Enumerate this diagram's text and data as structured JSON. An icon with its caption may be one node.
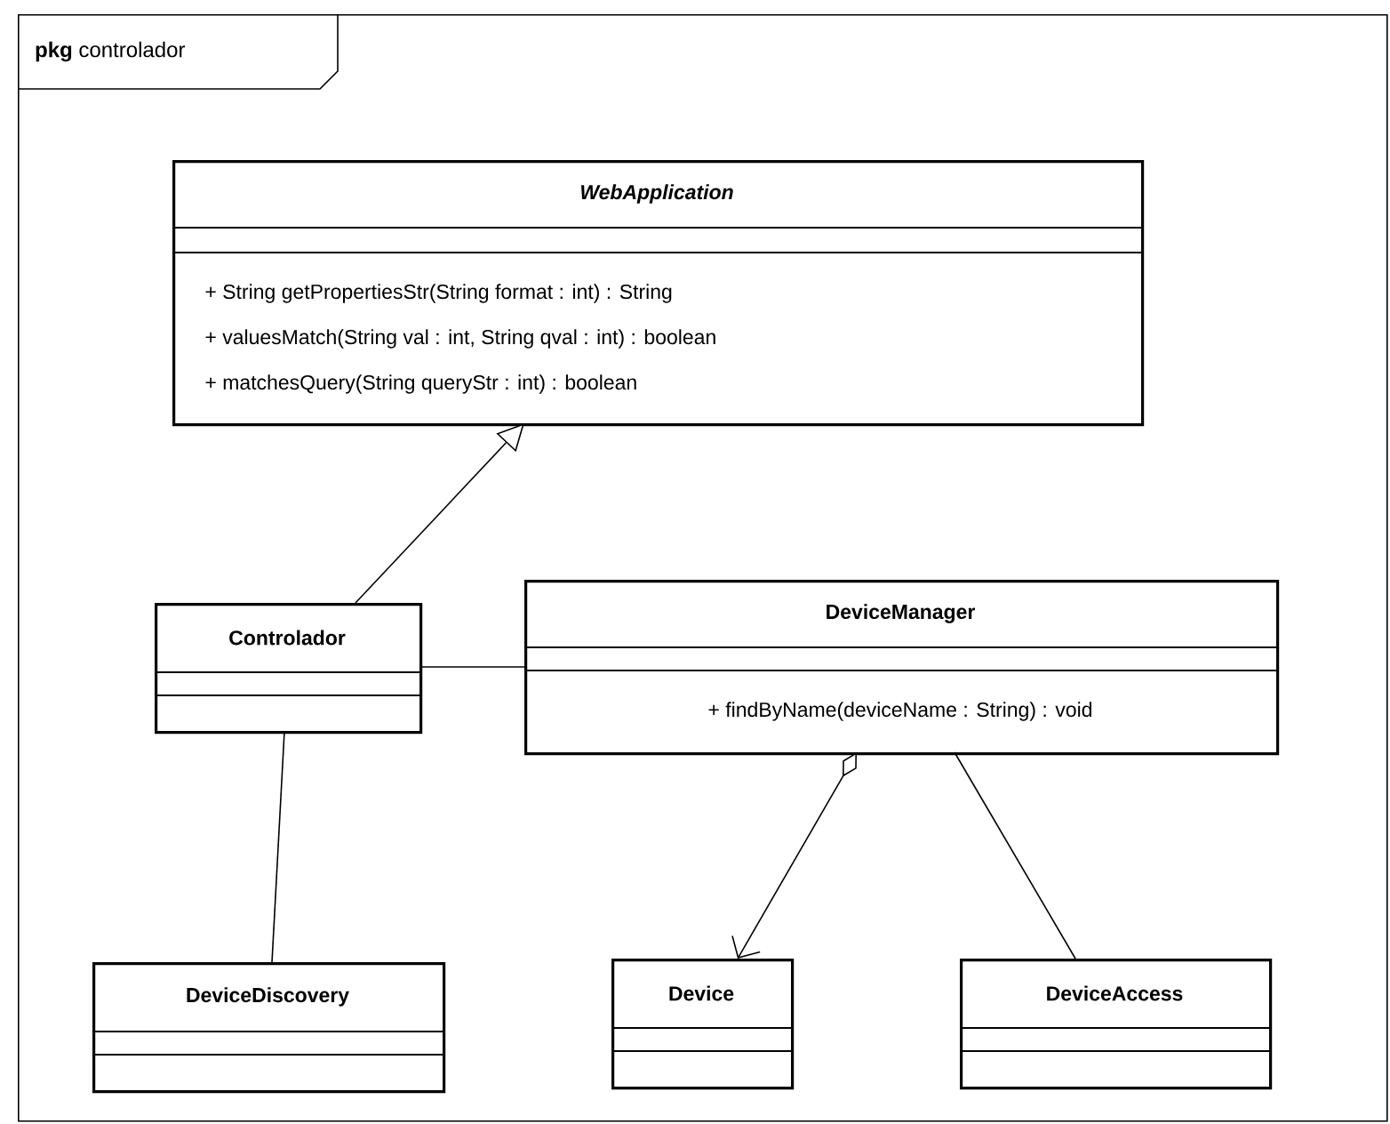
{
  "diagram": {
    "nodes": [
      {
        "text": [
          "**pkg** controlador"
        ]
      },
      {
        "text": [
          "WebApplication",
          "+ String getPropertiesStr(String format : int) : String",
          "+ valuesMatch(String val : int, String qval : int) : boolean",
          "+ matchesQuery(String queryStr : int) : boolean"
        ],
        "in": 0
      },
      {
        "text": [
          "Controlador"
        ],
        "in": 0
      },
      {
        "text": [
          "DeviceManager",
          "+ findByName(deviceName : String) : void"
        ],
        "in": 0
      },
      {
        "text": [
          "DeviceDiscovery"
        ],
        "in": 0
      },
      {
        "text": [
          "Device"
        ],
        "in": 0
      },
      {
        "text": [
          "DeviceAccess"
        ],
        "in": 0
      }
    ],
    "edges": [
      {
        "from": 2,
        "to": 1,
        "arrow": "to"
      },
      {
        "from": 2,
        "to": 3,
        "arrow": "none"
      },
      {
        "from": 3,
        "to": 5,
        "arrow": "to"
      },
      {
        "from": 3,
        "to": 6,
        "arrow": "none"
      },
      {
        "from": 2,
        "to": 4,
        "arrow": "none"
      }
    ]
  }
}
